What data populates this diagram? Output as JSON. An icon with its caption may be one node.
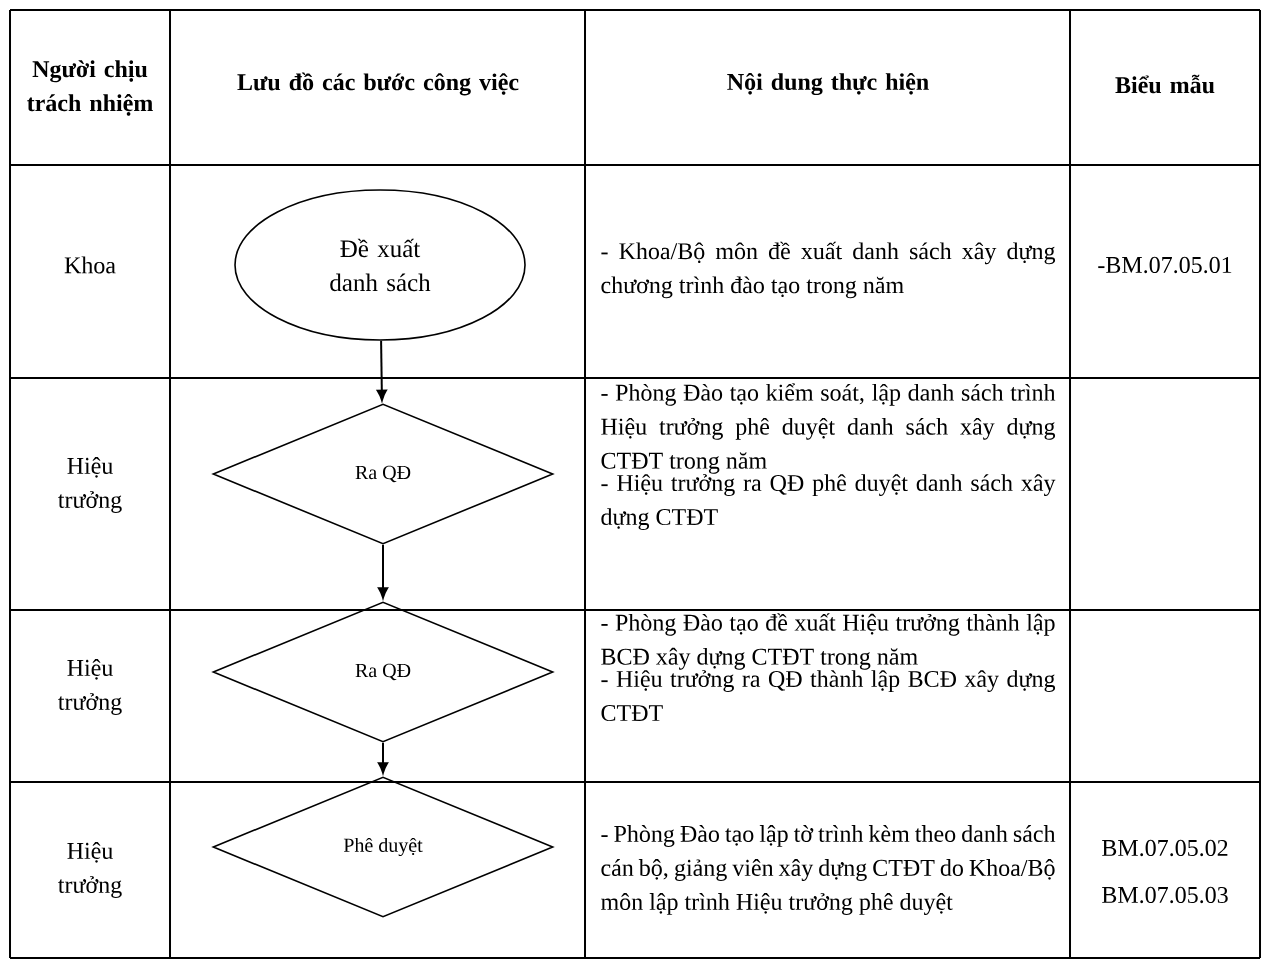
{
  "diagram": {
    "nodes": [
      {
        "text": [
          "Đề xuất danh sách"
        ]
      },
      {
        "text": [
          "Ra QĐ"
        ]
      },
      {
        "text": [
          "Ra QĐ"
        ]
      },
      {
        "text": [
          "Phê duyệt"
        ]
      }
    ],
    "edges": [
      {
        "from": 0,
        "to": 1,
        "arrow": "to"
      },
      {
        "from": 1,
        "to": 2,
        "arrow": "to"
      },
      {
        "from": 2,
        "to": 3,
        "arrow": "to"
      }
    ],
    "labels": [
      "Người chịu trách nhiệm",
      "Lưu đồ các bước công việc",
      "Nội dung thực hiện",
      "Biểu mẫu",
      "Khoa",
      "- Khoa/Bộ môn đề xuất danh sách xây dựng chương trình đào tạo trong năm",
      "-BM.07.05.01",
      "Hiệu trưởng",
      "- Phòng Đào tạo kiểm soát, lập danh sách trình Hiệu trưởng phê duyệt danh sách xây dựng CTĐT trong năm",
      "- Hiệu trưởng ra QĐ phê duyệt danh sách xây dựng CTĐT",
      "Hiệu trưởng",
      "- Phòng Đào tạo đề xuất Hiệu trưởng thành lập BCĐ xây dựng CTĐT trong năm",
      "- Hiệu trưởng ra QĐ thành lập BCĐ xây dựng CTĐT",
      "Hiệu trưởng",
      "- Phòng Đào tạo lập tờ trình kèm theo danh sách cán bộ, giảng viên xây dựng CTĐT do Khoa/Bộ môn lập trình Hiệu trưởng phê duyệt",
      "BM.07.05.02",
      "BM.07.05.03"
    ]
  }
}
